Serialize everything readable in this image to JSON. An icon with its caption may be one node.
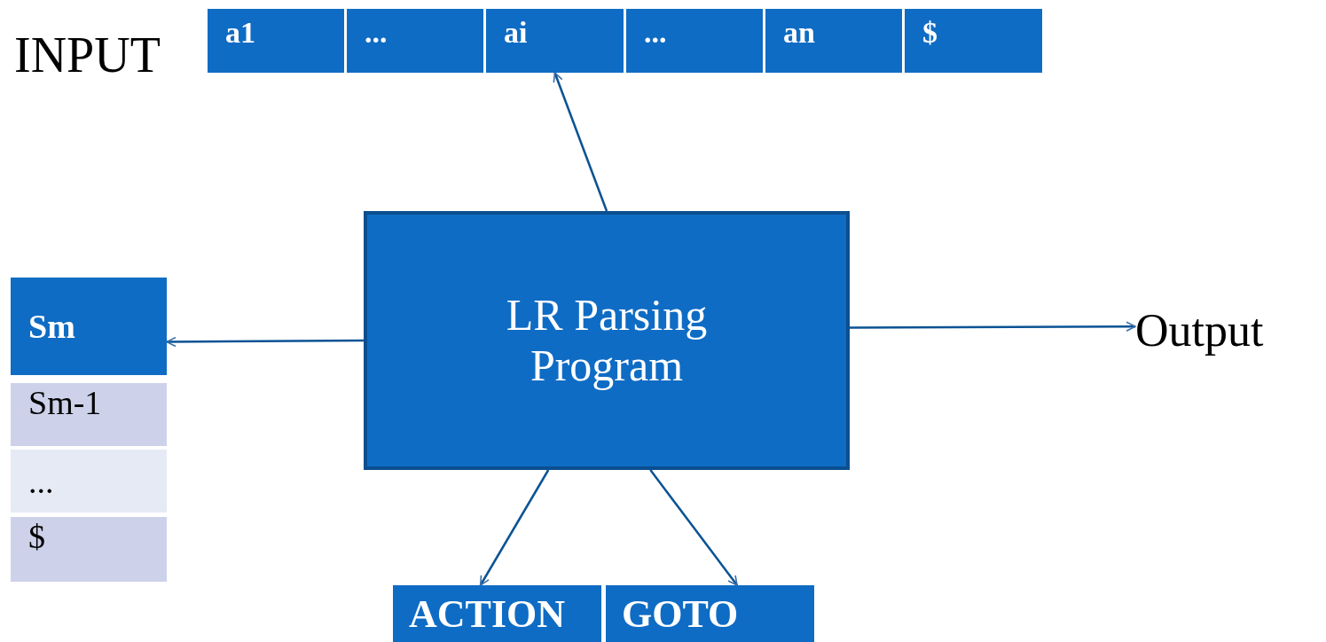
{
  "diagram": {
    "nodes": [
      {
        "text": [
          "a1"
        ]
      },
      {
        "text": [
          "..."
        ]
      },
      {
        "text": [
          "ai"
        ]
      },
      {
        "text": [
          "..."
        ]
      },
      {
        "text": [
          "an"
        ]
      },
      {
        "text": [
          "$"
        ]
      },
      {
        "text": [
          "LR Parsing Program"
        ]
      },
      {
        "text": [
          "Sm"
        ]
      },
      {
        "text": [
          "Sm-1"
        ]
      },
      {
        "text": [
          "..."
        ]
      },
      {
        "text": [
          "$"
        ]
      },
      {
        "text": [
          "Output"
        ]
      },
      {
        "text": [
          "ACTION"
        ]
      },
      {
        "text": [
          "GOTO"
        ]
      }
    ],
    "edges": [
      {
        "from": 6,
        "to": 2,
        "arrow": "to"
      },
      {
        "from": 6,
        "to": 7,
        "arrow": "to"
      },
      {
        "from": 6,
        "to": 11,
        "arrow": "to"
      },
      {
        "from": 6,
        "to": 12,
        "arrow": "to"
      },
      {
        "from": 6,
        "to": 13,
        "arrow": "to"
      }
    ],
    "labels": [
      "INPUT"
    ]
  }
}
